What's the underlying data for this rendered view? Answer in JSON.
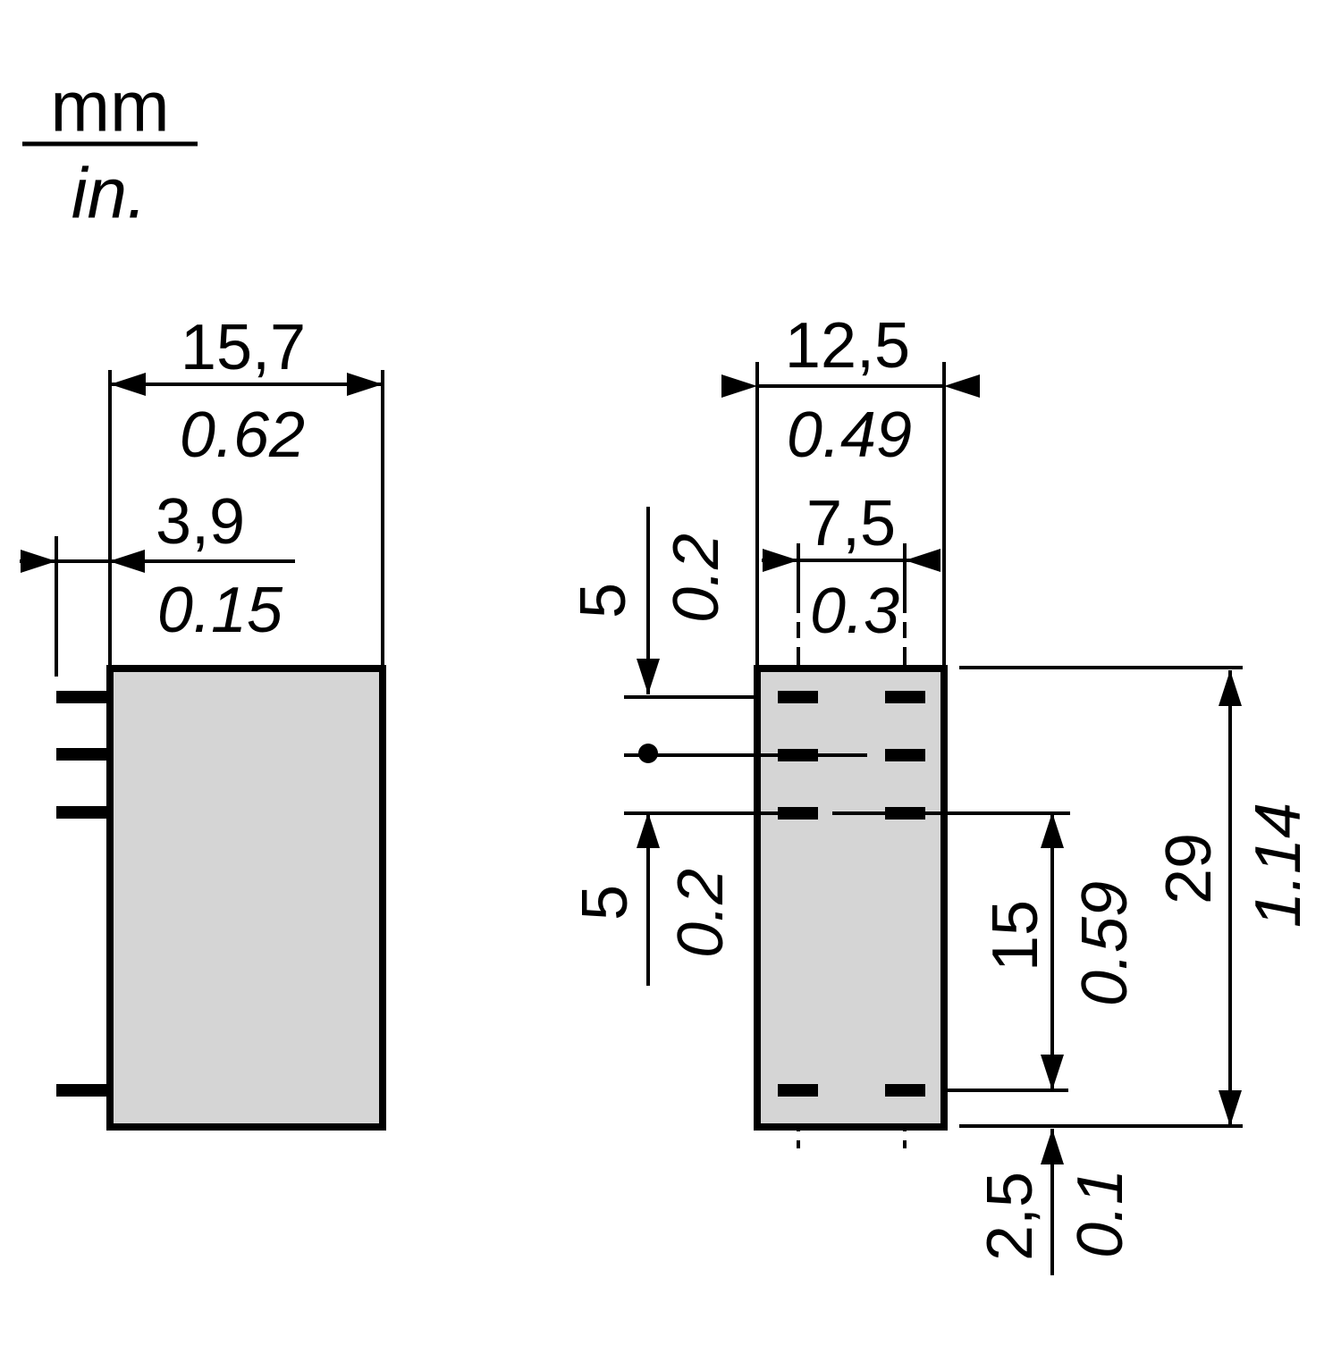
{
  "drawing": {
    "units_legend": {
      "metric": "mm",
      "imperial": "in."
    },
    "colors": {
      "component_fill": "#d5d5d5",
      "line": "#000000",
      "background": "#ffffff"
    },
    "side_view": {
      "body_width_mm": "15,7",
      "body_width_in": "0.62",
      "pin_length_mm": "3,9",
      "pin_length_in": "0.15"
    },
    "bottom_view": {
      "body_width_mm": "12,5",
      "body_width_in": "0.49",
      "pin_column_span_mm": "7,5",
      "pin_column_span_in": "0.3",
      "row_pitch_top_mm": "5",
      "row_pitch_top_in": "0.2",
      "row_pitch_mid_mm": "5",
      "row_pitch_mid_in": "0.2",
      "body_height_mm": "29",
      "body_height_in": "1.14",
      "lower_span_mm": "15",
      "lower_span_in": "0.59",
      "bottom_offset_mm": "2,5",
      "bottom_offset_in": "0.1"
    }
  }
}
